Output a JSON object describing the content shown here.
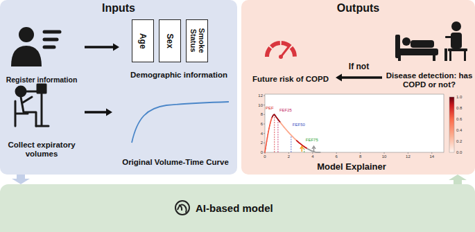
{
  "diagram": {
    "nodes": [
      {
        "text": [
          "Inputs"
        ]
      },
      {
        "text": [
          "Register information"
        ],
        "in": 0
      },
      {
        "text": [
          "Demographic information"
        ],
        "in": 0
      },
      {
        "text": [
          "Age"
        ],
        "in": 2
      },
      {
        "text": [
          "Sex"
        ],
        "in": 2
      },
      {
        "text": [
          "Smoke Status"
        ],
        "in": 2
      },
      {
        "text": [
          "Collect expiratory volumes"
        ],
        "in": 0
      },
      {
        "text": [
          "Original Volume-Time Curve"
        ],
        "in": 0
      },
      {
        "text": [
          "Outputs"
        ]
      },
      {
        "text": [
          "Future risk of COPD"
        ],
        "in": 8
      },
      {
        "text": [
          "Disease detection: has COPD or not?"
        ],
        "in": 8
      },
      {
        "text": [
          "Model Explainer"
        ],
        "in": 8
      },
      {
        "text": [
          "AI-based model"
        ]
      }
    ],
    "edges": [
      {
        "from": 1,
        "to": 2,
        "arrow": "to"
      },
      {
        "from": 6,
        "to": 7,
        "arrow": "to"
      },
      {
        "from": 10,
        "to": 9,
        "label": "If not",
        "arrow": "to"
      },
      {
        "from": 0,
        "to": 12,
        "arrow": "to"
      },
      {
        "from": 12,
        "to": 8,
        "arrow": "to"
      }
    ],
    "labels": [
      "12",
      "10",
      "8",
      "6",
      "4",
      "2",
      "0",
      "0",
      "2",
      "4",
      "6",
      "8",
      "10",
      "12",
      "14",
      "1.0",
      "0.8",
      "0.6",
      "0.4",
      "0.2",
      "0.0",
      "PEF",
      "FEF25",
      "FEF50",
      "FEF75"
    ]
  }
}
